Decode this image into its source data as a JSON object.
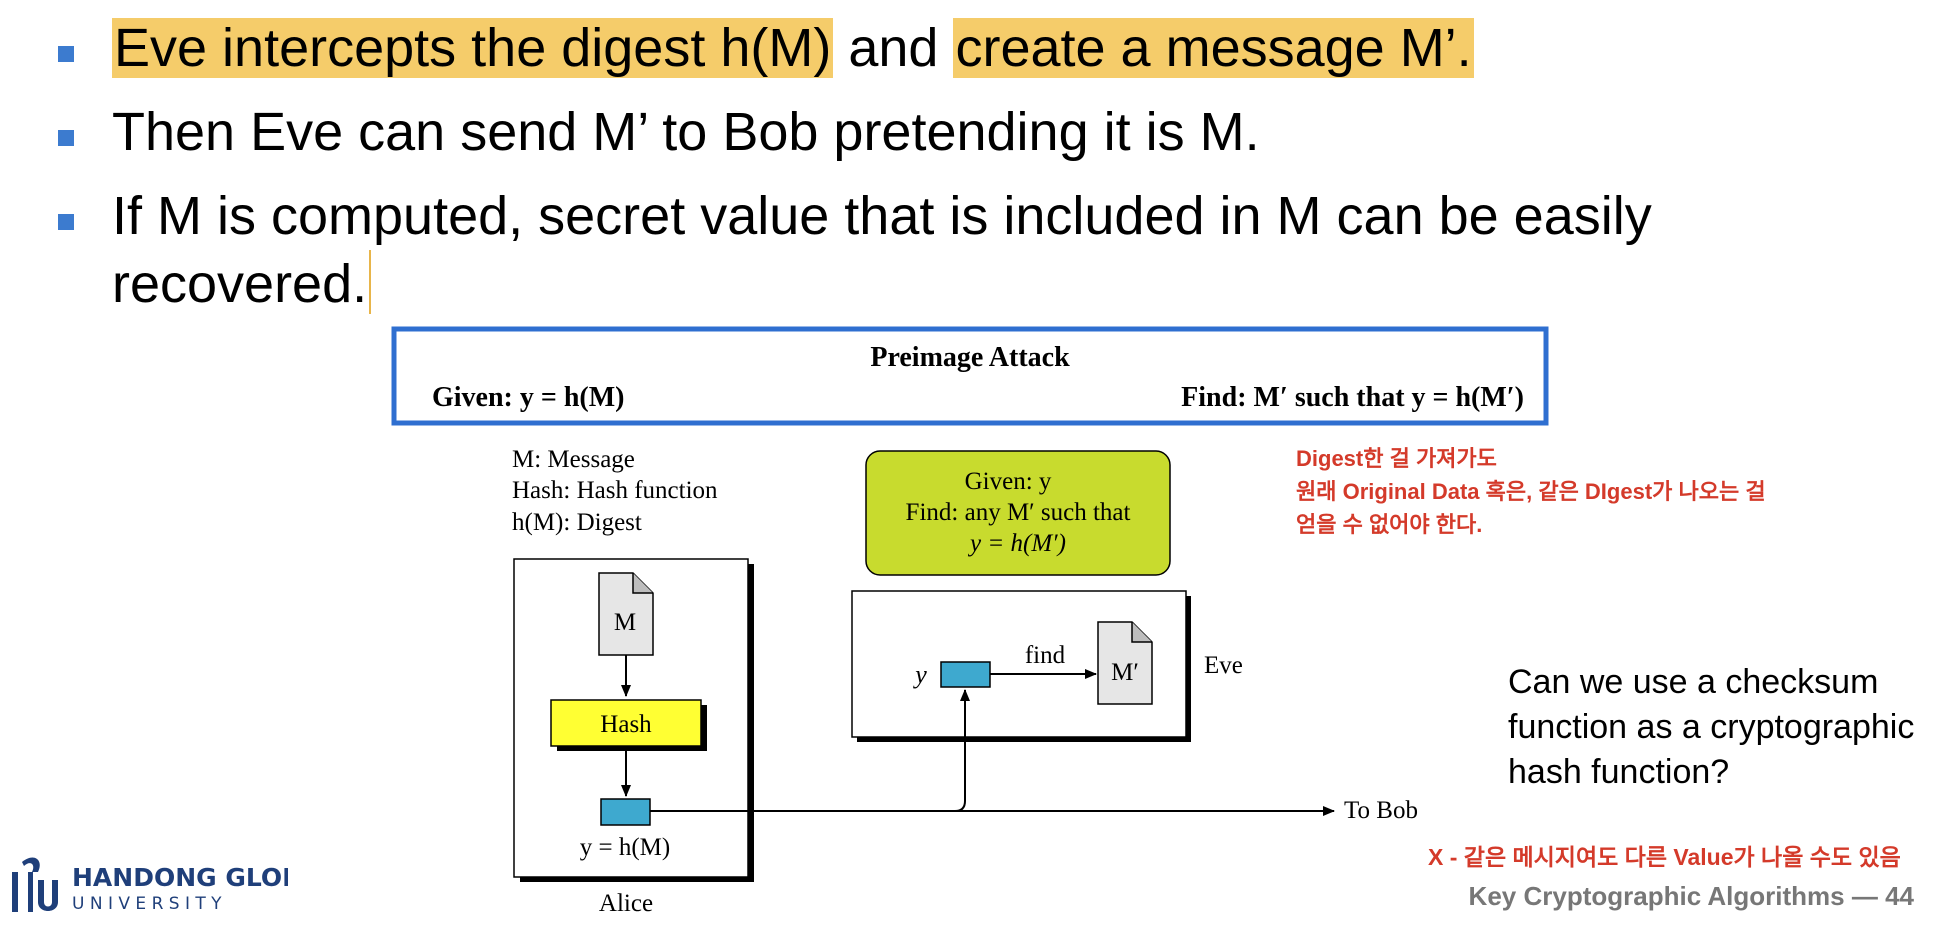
{
  "bullets": {
    "b1": {
      "hl1": "Eve intercepts the digest h(M)",
      "mid": "and",
      "hl2": "create a message M’."
    },
    "b2": "Then Eve can send M’ to Bob pretending it is M.",
    "b3": {
      "line1": "If M is computed, secret value that is included in M can be easily",
      "line2": "recovered."
    }
  },
  "header_box": {
    "title": "Preimage Attack",
    "given": "Given: y = h(M)",
    "find": "Find: M′ such that y = h(M′)"
  },
  "legend": {
    "l1": "M: Message",
    "l2": "Hash: Hash function",
    "l3": "h(M): Digest"
  },
  "eve_note": {
    "l1": "Given: y",
    "l2": "Find: any M′ such that",
    "l3": "y = h(M′)"
  },
  "alice": {
    "doc": "M",
    "hash": "Hash",
    "digest": "y = h(M)",
    "name": "Alice"
  },
  "eve": {
    "y": "y",
    "find": "find",
    "doc": "M′",
    "name": "Eve"
  },
  "to_bob": "To Bob",
  "korean_note": {
    "l1": "Digest한 걸 가져가도",
    "l2": "원래 Original Data 혹은, 같은 DIgest가 나오는 걸",
    "l3": "얻을 수 없어야 한다."
  },
  "question": "Can we use a checksum function as a cryptographic hash function?",
  "answer": "X - 같은 메시지여도 다른 Value가 나올 수도 있음",
  "footer": "Key Cryptographic Algorithms — 44",
  "logo": {
    "line1": "HANDONG GLOBAL",
    "line2": "U N I V E R S I T Y"
  },
  "colors": {
    "bullet": "#3c7bcf",
    "highlight": "#f5cc6a",
    "box_border": "#2f6fd0",
    "note_fill": "#c8db2e",
    "hash_fill": "#ffff33",
    "digest_fill": "#3ea9cf",
    "korean": "#d43a2a"
  }
}
